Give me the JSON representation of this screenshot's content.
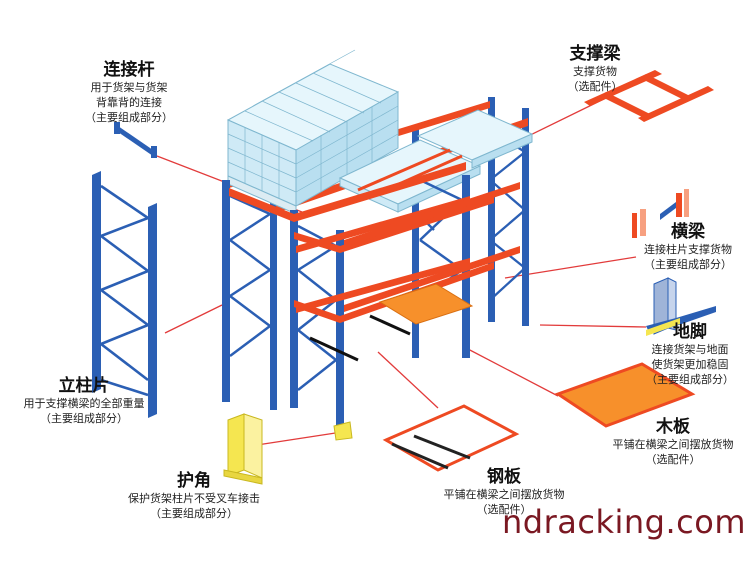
{
  "components": {
    "tie_rod": {
      "title": "连接杆",
      "desc": [
        "用于货架与货架",
        "背靠背的连接",
        "（主要组成部分）"
      ]
    },
    "upright": {
      "title": "立柱片",
      "desc": [
        "用于支撑横梁的全部重量",
        "（主要组成部分）"
      ]
    },
    "guard": {
      "title": "护角",
      "desc": [
        "保护货架柱片不受叉车接击",
        "（主要组成部分）"
      ]
    },
    "support_beam": {
      "title": "支撑梁",
      "desc": [
        "支撑货物",
        "（选配件）"
      ]
    },
    "beam": {
      "title": "横梁",
      "desc": [
        "连接柱片支撑货物",
        "（主要组成部分）"
      ]
    },
    "footplate": {
      "title": "地脚",
      "desc": [
        "连接货架与地面",
        "使货架更加稳固",
        "（主要组成部分）"
      ]
    },
    "wood_board": {
      "title": "木板",
      "desc": [
        "平铺在横梁之间摆放货物",
        "（选配件）"
      ]
    },
    "steel_board": {
      "title": "钢板",
      "desc": [
        "平铺在横梁之间摆放货物",
        "（选配件）"
      ]
    }
  },
  "watermark": "ndracking.com",
  "colors": {
    "upright": "#2b5fb4",
    "beam": "#ee4a22",
    "board": "#f7902b",
    "guard": "#f5e650",
    "leader": "#e23b3b",
    "cargo": "#cfeaf6"
  }
}
